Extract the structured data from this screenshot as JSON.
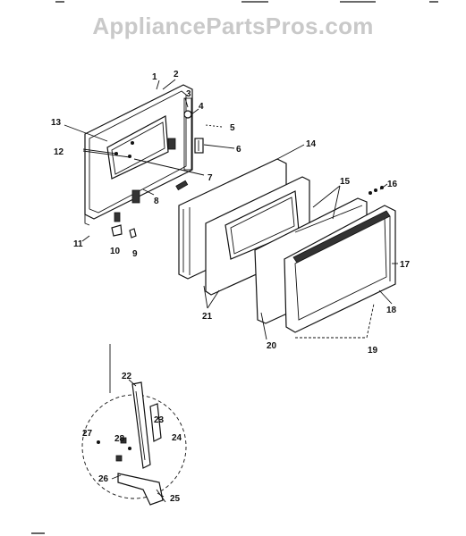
{
  "watermark": "AppliancePartsPros.com",
  "callouts": [
    "1",
    "2",
    "3",
    "4",
    "5",
    "6",
    "7",
    "8",
    "9",
    "10",
    "11",
    "12",
    "13",
    "14",
    "15",
    "16",
    "17",
    "18",
    "19",
    "20",
    "21",
    "22",
    "23",
    "24",
    "25",
    "26",
    "27",
    "28"
  ],
  "colors": {
    "line": "#111111",
    "watermark": "#c9c9c9",
    "background": "#ffffff"
  }
}
